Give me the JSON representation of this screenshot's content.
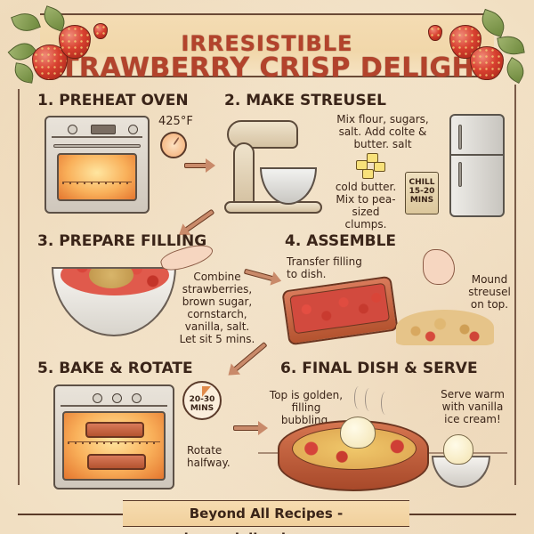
{
  "title": {
    "line1": "IRRESISTIBLE",
    "line2": "STRAWBERRY CRISP DELIGHT"
  },
  "colors": {
    "title": "#b3432c",
    "text": "#3a2418",
    "background": "#f6ead3",
    "accent_arrow": "#c98a6a",
    "strawberry": "#d8402f"
  },
  "steps": [
    {
      "number": 1,
      "title": "1. PREHEAT OVEN",
      "notes": [
        "425°F"
      ],
      "icons": [
        "oven-icon",
        "thermometer-dial-icon"
      ]
    },
    {
      "number": 2,
      "title": "2. MAKE STREUSEL",
      "notes": [
        "Mix flour, sugars, salt. Add colte & butter. salt",
        "cold butter. Mix to pea- sized clumps."
      ],
      "bag_label": [
        "CHILL",
        "15-20",
        "MINS"
      ],
      "icons": [
        "stand-mixer-icon",
        "butter-cubes-icon",
        "bag-icon",
        "refrigerator-icon"
      ]
    },
    {
      "number": 3,
      "title": "3. PREPARE FILLING",
      "notes": [
        "Combine strawberries, brown sugar, cornstarch, vanilla, salt. Let sit 5 mins."
      ],
      "icons": [
        "mixing-bowl-icon",
        "hand-spoon-icon"
      ]
    },
    {
      "number": 4,
      "title": "4. ASSEMBLE",
      "notes": [
        "Transfer filling to dish.",
        "Mound streusel on top."
      ],
      "icons": [
        "baking-dish-icon",
        "hand-crumble-icon"
      ]
    },
    {
      "number": 5,
      "title": "5. BAKE & ROTATE",
      "notes": [
        "Rotate halfway."
      ],
      "timer_label": [
        "20-30",
        "MINS"
      ],
      "icons": [
        "oven-icon",
        "timer-icon"
      ]
    },
    {
      "number": 6,
      "title": "6. FINAL DISH & SERVE",
      "notes": [
        "Top is golden, filling bubbling.",
        "Serve warm with vanilla ice cream!"
      ],
      "icons": [
        "crisp-dish-icon",
        "ice-cream-bowl-icon"
      ]
    }
  ],
  "footer": {
    "text": "Beyond All Recipes - beyondallrecipes.com"
  }
}
